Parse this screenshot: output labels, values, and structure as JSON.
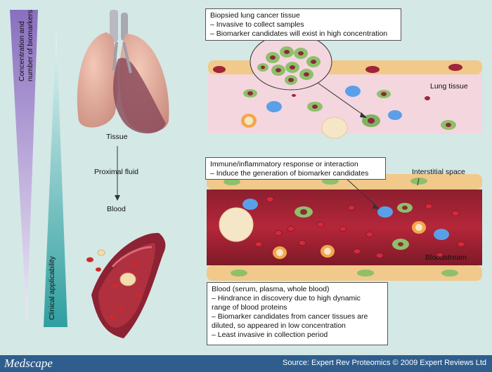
{
  "gradient_labels": {
    "concentration_line1": "Concentration and",
    "concentration_line2": "number of biomarkers",
    "clinical": "Clinical applicability"
  },
  "flow": {
    "tissue": "Tissue",
    "proximal_fluid": "Proximal fluid",
    "blood": "Blood"
  },
  "tissue_box": {
    "title": "Biopsied lung cancer tissue",
    "lines": [
      "– Invasive to collect samples",
      "– Biomarker candidates will exist in high concentration"
    ]
  },
  "lung_tissue_label": "Lung tissue",
  "immune_box": {
    "title": "Immune/inflammatory response or interaction",
    "lines": [
      "– Induce the generation of biomarker candidates"
    ]
  },
  "interstitial_label": "Interstitial space",
  "bloodstream_label": "Bloodstream",
  "blood_box": {
    "title": "Blood (serum, plasma, whole blood)",
    "lines": [
      "– Hindrance in discovery due to high dynamic",
      "   range of blood proteins",
      "– Biomarker candidates from cancer tissues are",
      "   diluted, so appeared in low concentration",
      "– Least invasive in collection period"
    ]
  },
  "footer": {
    "logo": "Medscape",
    "source": "Source: Expert Rev Proteomics © 2009 Expert Reviews Ltd"
  },
  "colors": {
    "background": "#d4e8e6",
    "footer": "#2f5e8e",
    "gradient_purple": "#8a6fbf",
    "gradient_teal": "#2f9fa0",
    "tissue_pink": "#f4d6df",
    "blood_red": "#b5263a"
  }
}
